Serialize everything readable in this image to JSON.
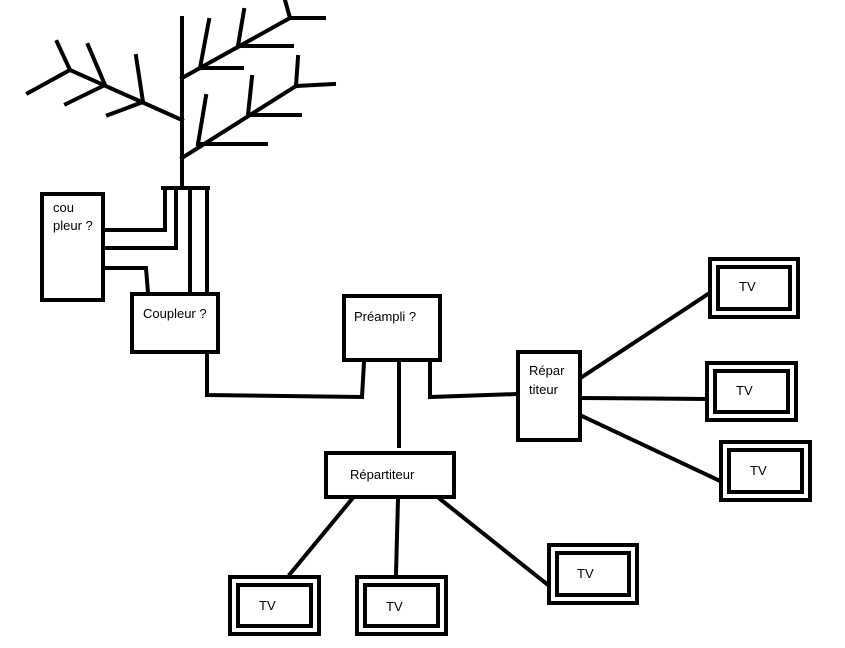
{
  "diagram": {
    "nodes": {
      "coupleur_small": {
        "lines": [
          "cou",
          "pleur ?"
        ]
      },
      "coupleur": {
        "label": "Coupleur ?"
      },
      "preampli": {
        "label": "Préampli ?"
      },
      "repartiteur_right": {
        "lines": [
          "Répar",
          "titeur"
        ]
      },
      "repartiteur_bottom": {
        "label": "Répartiteur"
      },
      "tv_right_1": {
        "label": "TV"
      },
      "tv_right_2": {
        "label": "TV"
      },
      "tv_right_3": {
        "label": "TV"
      },
      "tv_bottom_1": {
        "label": "TV"
      },
      "tv_bottom_2": {
        "label": "TV"
      },
      "tv_bottom_3": {
        "label": "TV"
      }
    },
    "colors": {
      "stroke": "#000000",
      "background": "#ffffff"
    }
  }
}
